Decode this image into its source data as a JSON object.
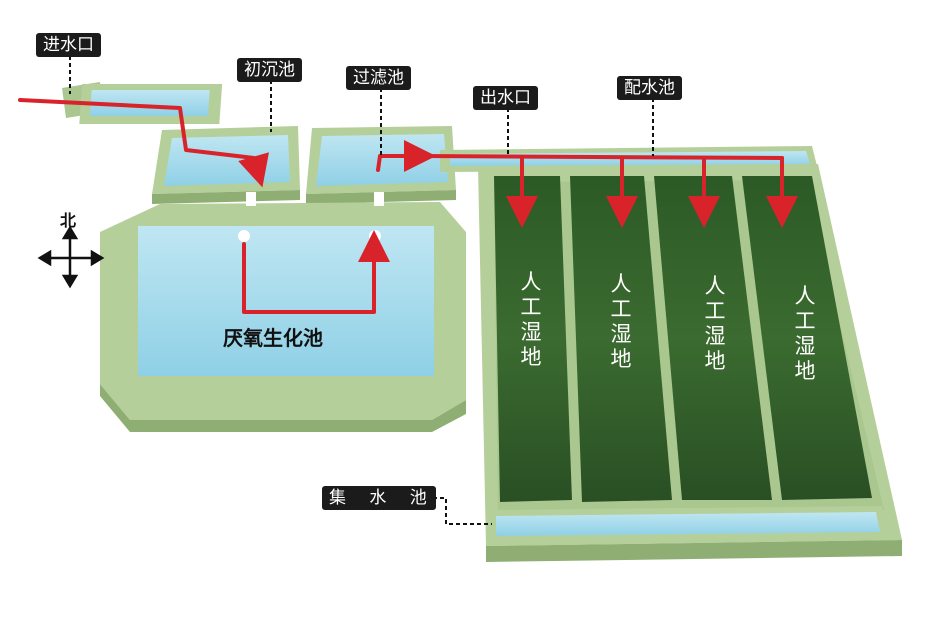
{
  "labels": {
    "inlet": "进水口",
    "primary_settling": "初沉池",
    "filter": "过滤池",
    "outlet": "出水口",
    "distribution": "配水池",
    "anaerobic": "厌氧生化池",
    "wetland": "人工湿地",
    "collection": "集 水 池",
    "north": "北"
  },
  "colors": {
    "wall": "#b5cf9a",
    "wall_dark": "#8fae74",
    "water": "#a9dcec",
    "arrow": "#d8232a",
    "wetland": "#2f5a2a",
    "tag_bg": "#1b1b1b"
  }
}
